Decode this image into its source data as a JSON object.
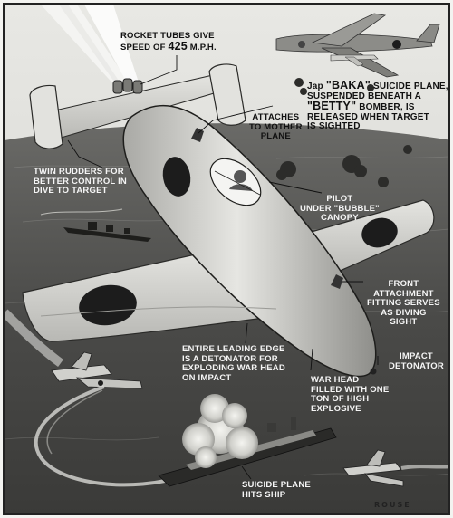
{
  "captions": {
    "rocket_tubes": {
      "line1": "ROCKET TUBES GIVE",
      "line2_prefix": "SPEED OF ",
      "line2_value": "425",
      "line2_suffix": " M.P.H."
    },
    "baka": {
      "line1_prefix": "Jap ",
      "line1_name": "\"BAKA\"",
      "line1_suffix": " SUICIDE PLANE,",
      "line2": "SUSPENDED BENEATH A",
      "line3_name": "\"BETTY\"",
      "line3_suffix": " BOMBER, IS",
      "line4": "RELEASED WHEN TARGET",
      "line5": "IS SIGHTED"
    },
    "attaches": {
      "line1": "ATTACHES",
      "line2": "TO MOTHER",
      "line3": "PLANE"
    },
    "twin_rudders": {
      "line1": "TWIN RUDDERS FOR",
      "line2": "BETTER CONTROL IN",
      "line3": "DIVE TO TARGET"
    },
    "pilot": {
      "line1": "PILOT",
      "line2": "UNDER \"BUBBLE\"",
      "line3": "CANOPY"
    },
    "front_attachment": {
      "line1": "FRONT",
      "line2": "ATTACHMENT",
      "line3": "FITTING SERVES",
      "line4": "AS DIVING",
      "line5": "SIGHT"
    },
    "impact": {
      "line1": "IMPACT",
      "line2": "DETONATOR"
    },
    "leading_edge": {
      "line1": "ENTIRE LEADING EDGE",
      "line2": "IS A DETONATOR FOR",
      "line3": "EXPLODING WAR HEAD",
      "line4": "ON IMPACT"
    },
    "war_head": {
      "line1": "WAR HEAD",
      "line2": "FILLED WITH ONE",
      "line3": "TON OF HIGH",
      "line4": "EXPLOSIVE"
    },
    "suicide_hits": {
      "line1": "SUICIDE PLANE",
      "line2": "HITS SHIP"
    }
  },
  "signature": "ROUSE",
  "colors": {
    "sky": "#e2e2de",
    "sea": "#4a4a48",
    "plane_body": "#d6d6d2",
    "insignia": "#1c1c1c",
    "ink": "#111111"
  }
}
